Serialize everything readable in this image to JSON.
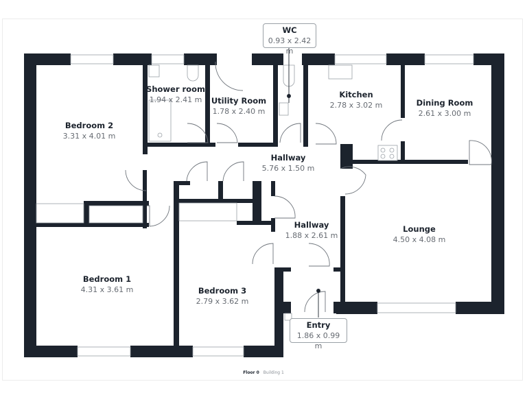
{
  "plan": {
    "colors": {
      "wall": "#1c232d",
      "fixture": "#9aa0a6",
      "label": "#1c232d",
      "dimension": "#666b72"
    },
    "rooms": [
      {
        "id": "bedroom-2",
        "name": "Bedroom 2",
        "dimensions": "3.31 x 4.01 m"
      },
      {
        "id": "shower-room",
        "name": "Shower room",
        "dimensions": "1.94 x 2.41 m"
      },
      {
        "id": "utility-room",
        "name": "Utility Room",
        "dimensions": "1.78 x 2.40 m"
      },
      {
        "id": "wc",
        "name": "WC",
        "dimensions": "0.93 x 2.42 m"
      },
      {
        "id": "kitchen",
        "name": "Kitchen",
        "dimensions": "2.78 x 3.02 m"
      },
      {
        "id": "dining-room",
        "name": "Dining Room",
        "dimensions": "2.61 x 3.00 m"
      },
      {
        "id": "hallway-main",
        "name": "Hallway",
        "dimensions": "5.76 x 1.50 m"
      },
      {
        "id": "hallway-small",
        "name": "Hallway",
        "dimensions": "1.88 x 2.61 m"
      },
      {
        "id": "lounge",
        "name": "Lounge",
        "dimensions": "4.50 x 4.08 m"
      },
      {
        "id": "bedroom-1",
        "name": "Bedroom 1",
        "dimensions": "4.31 x 3.61 m"
      },
      {
        "id": "bedroom-3",
        "name": "Bedroom 3",
        "dimensions": "2.79 x 3.62 m"
      },
      {
        "id": "entry",
        "name": "Entry",
        "dimensions": "1.86 x 0.99 m"
      }
    ]
  },
  "footer": {
    "floor": "Floor 0",
    "building": "Building 1"
  }
}
